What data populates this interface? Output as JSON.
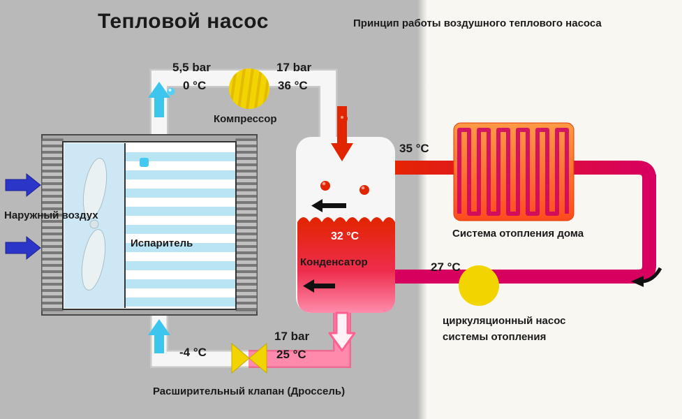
{
  "title": "Тепловой насос",
  "subtitle": "Принцип работы воздушного теплового насоса",
  "components": {
    "outside_air": "Наружный воздух",
    "evaporator": "Испаритель",
    "compressor": "Компрессор",
    "condenser": "Конденсатор",
    "heating_system": "Система отопления дома",
    "circulation_pump_line1": "циркуляционный насос",
    "circulation_pump_line2": "системы отопления",
    "expansion_valve": "Расширительный клапан (Дроссель)"
  },
  "readings": {
    "suction_pressure": "5,5 bar",
    "suction_temp": "0 °C",
    "discharge_pressure": "17 bar",
    "discharge_temp": "36 °C",
    "condenser_temp": "32 °C",
    "heating_supply_temp": "35 °C",
    "heating_return_temp": "27 °C",
    "evaporator_in_temp": "-4 °C",
    "valve_in_pressure": "17 bar",
    "valve_in_temp": "25 °C"
  },
  "colors": {
    "background_left": "#b9b9b9",
    "background_right": "#f9f7f2",
    "cold_pipe": "#f6f6f6",
    "hot_red": "#e42500",
    "magenta": "#d8005f",
    "pink_pipe": "#ff8aac",
    "yellow": "#f2d500",
    "cyan": "#3cc6ee",
    "blue_arrow": "#2b35c8",
    "coil_orange": "#ff8c3a"
  }
}
